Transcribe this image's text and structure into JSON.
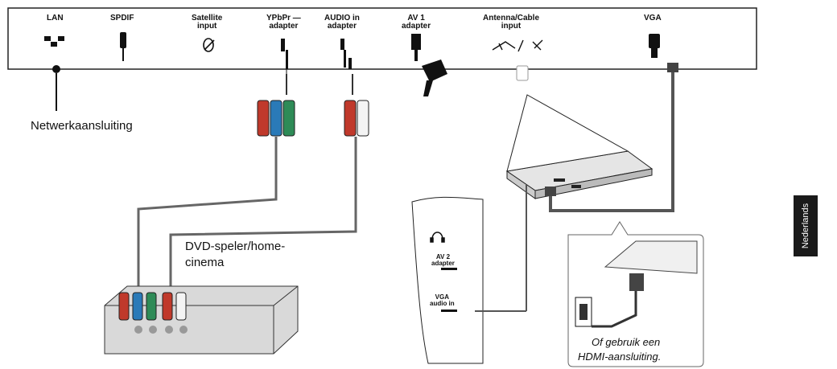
{
  "panel_ports": [
    {
      "id": "lan",
      "label": "LAN"
    },
    {
      "id": "spdif",
      "label": "SPDIF"
    },
    {
      "id": "satellite",
      "label": "Satellite\ninput"
    },
    {
      "id": "ypbpr",
      "label": "YPbPr\nadapter"
    },
    {
      "id": "audio",
      "label": "AUDIO in\nadapter"
    },
    {
      "id": "av1",
      "label": "AV 1\nadapter"
    },
    {
      "id": "antenna",
      "label": "Antenna/Cable\ninput"
    },
    {
      "id": "vga",
      "label": "VGA"
    }
  ],
  "labels": {
    "network": "Netwerkaansluiting",
    "dvd_line1": "DVD-speler/home-",
    "dvd_line2": "cinema",
    "side_av2": "AV 2\nadapter",
    "side_vga_audio": "VGA\naudio in",
    "hdmi_caption_line1": "Of gebruik een",
    "hdmi_caption_line2": "HDMI-aansluiting.",
    "language_tab": "Nederlands"
  },
  "colors": {
    "cable_red": "#c0392b",
    "cable_green": "#2e8b57",
    "cable_blue": "#2a7ab8",
    "cable_white": "#f4f4f4",
    "tab_bg": "#1a1a1a"
  }
}
